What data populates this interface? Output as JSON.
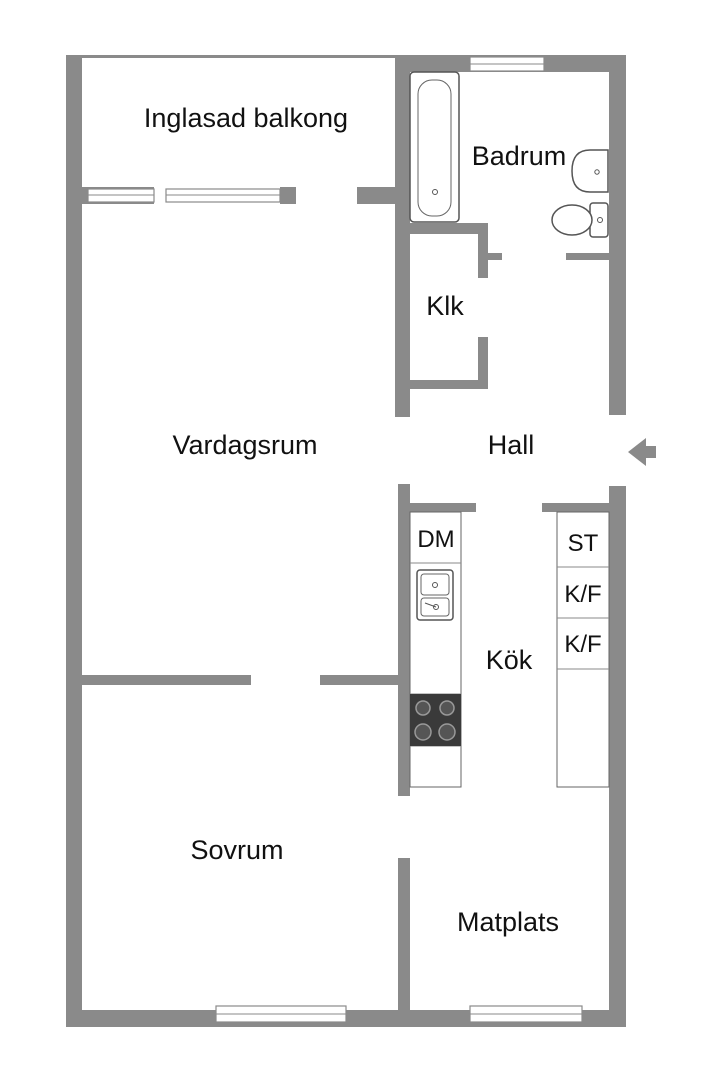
{
  "colors": {
    "wall": "#8a8a8a",
    "background": "#ffffff",
    "text": "#111111",
    "stove": "#3a3a3a"
  },
  "rooms": {
    "balcony": "Inglasad balkong",
    "bathroom": "Badrum",
    "closet": "Klk",
    "living_room": "Vardagsrum",
    "hall": "Hall",
    "kitchen": "Kök",
    "bedroom": "Sovrum",
    "dining": "Matplats"
  },
  "appliances": {
    "dishwasher": "DM",
    "stove_top": "ST",
    "fridge_freezer_1": "K/F",
    "fridge_freezer_2": "K/F"
  },
  "icons": {
    "entrance": "entrance-arrow-icon",
    "bathtub": "bathtub-icon",
    "sink": "sink-icon",
    "toilet": "toilet-icon",
    "kitchen_sink": "kitchen-sink-icon",
    "stove": "stove-icon"
  }
}
